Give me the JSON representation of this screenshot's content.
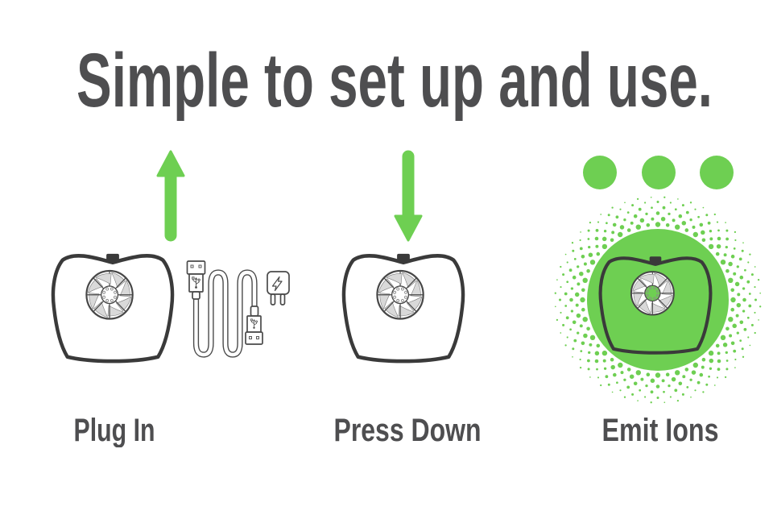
{
  "title": "Simple to set up and use.",
  "steps": [
    {
      "label": "Plug In",
      "indicator_icon": "up-arrow-icon",
      "illustration_icons": [
        "ionizer-device-icon",
        "fan-icon",
        "usb-cable-icon",
        "power-adapter-icon"
      ]
    },
    {
      "label": "Press Down",
      "indicator_icon": "down-arrow-icon",
      "illustration_icons": [
        "ionizer-device-icon",
        "fan-icon"
      ]
    },
    {
      "label": "Emit Ions",
      "indicator_icon": "three-dots-icon",
      "illustration_icons": [
        "glow-circle-icon",
        "dotted-halo-icon",
        "ionizer-device-icon",
        "fan-icon"
      ]
    }
  ],
  "colors": {
    "accent_green": "#6ecf52",
    "outline_dark": "#3a3a3a",
    "text_gray": "#4e4e50",
    "blade_gray": "#d9d9d9",
    "background": "#ffffff"
  }
}
